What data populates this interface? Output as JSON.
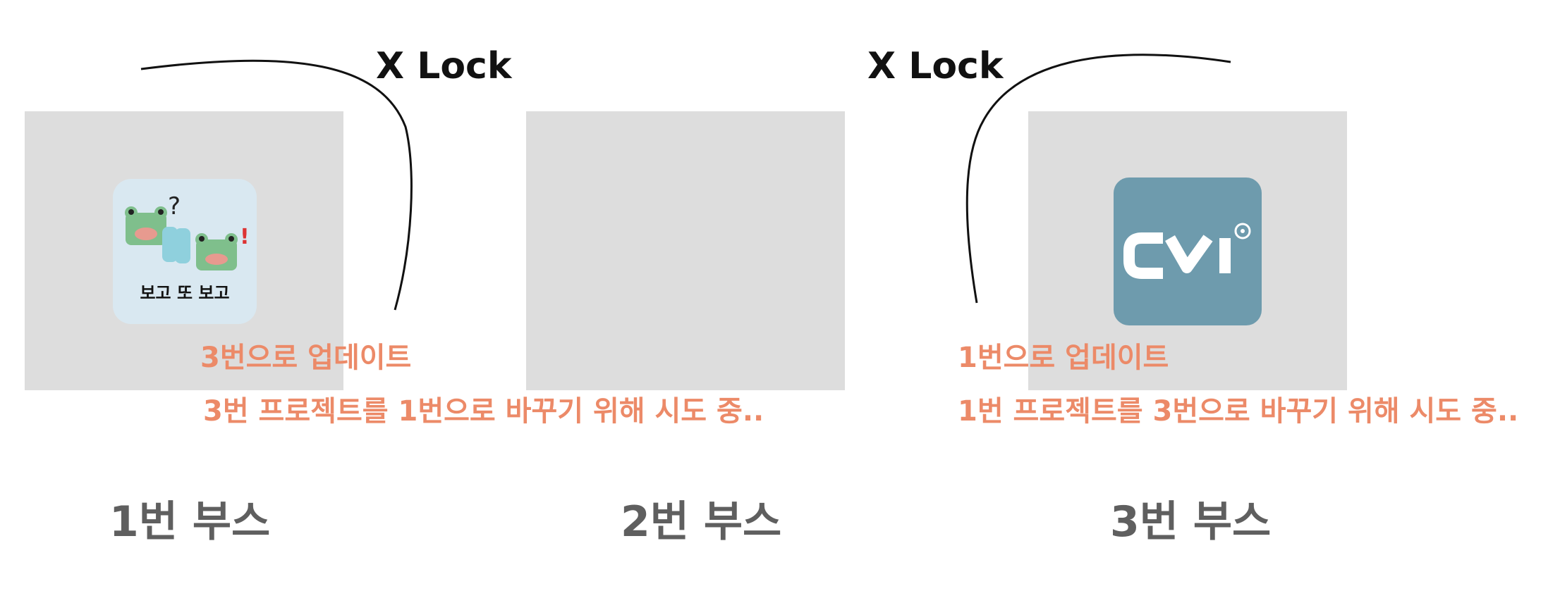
{
  "locks": {
    "left": "X Lock",
    "right": "X Lock"
  },
  "booths": [
    {
      "label": "1번 부스",
      "icon": "frog-app-icon",
      "icon_caption": "보고 또 보고",
      "note_line1": "3번으로 업데이트",
      "note_line2": "3번 프로젝트를 1번으로 바꾸기 위해 시도 중.."
    },
    {
      "label": "2번 부스"
    },
    {
      "label": "3번 부스",
      "icon": "cvi-logo-icon",
      "note_line1": "1번으로 업데이트",
      "note_line2": "1번 프로젝트를 3번으로 바꾸기 위해 시도 중.."
    }
  ],
  "colors": {
    "box": "#dddddd",
    "note": "#ec8a68",
    "booth_label": "#5f5f5f",
    "cvi_tile": "#6e9bad",
    "frog_tile": "#d9e8f1"
  }
}
